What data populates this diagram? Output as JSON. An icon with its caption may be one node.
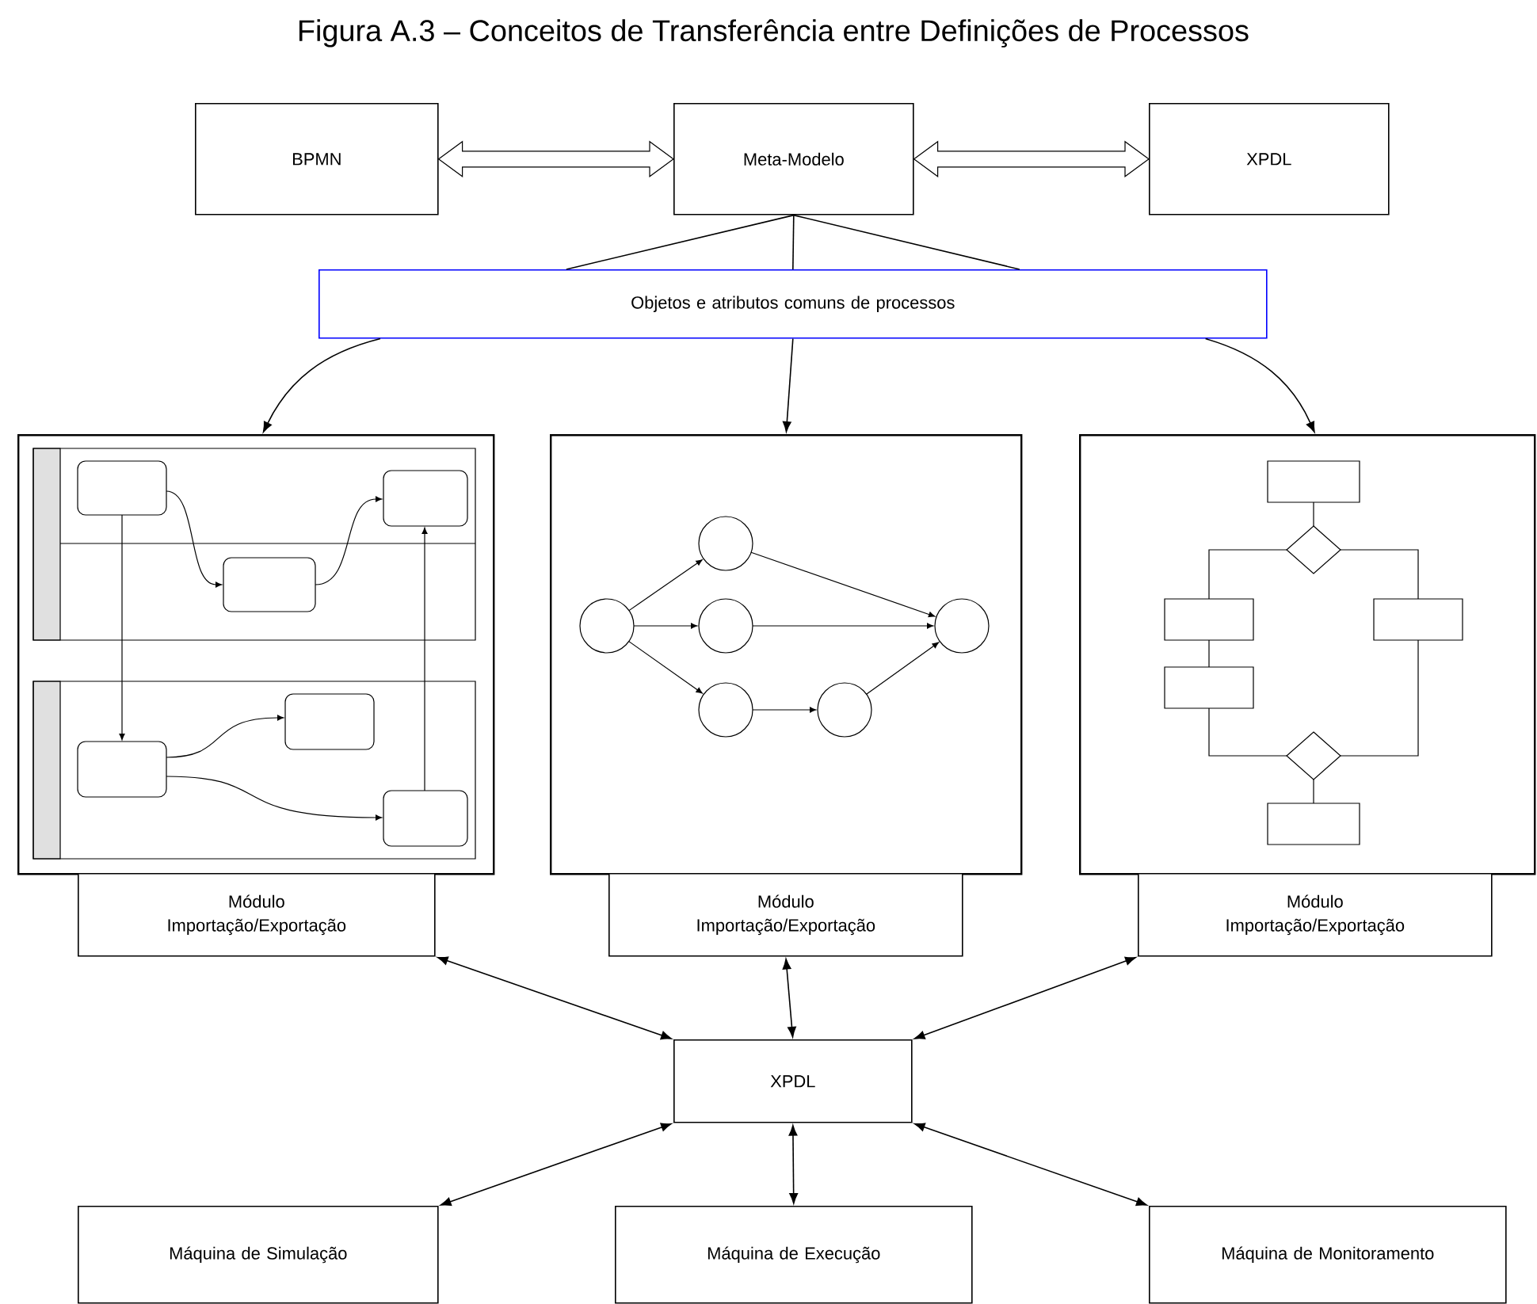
{
  "diagram": {
    "title": "Figura A.3 – Conceitos de Transferência entre Definições de Processos",
    "nodes": [
      {
        "text": [
          "BPMN"
        ]
      },
      {
        "text": [
          "Meta-Modelo"
        ]
      },
      {
        "text": [
          "XPDL"
        ]
      },
      {
        "text": [
          "Objetos e atributos comuns de processos"
        ]
      },
      {
        "text": [],
        "shape": "picture"
      },
      {
        "text": [
          "Módulo Importação/Exportação"
        ]
      },
      {
        "text": [],
        "shape": "picture"
      },
      {
        "text": [
          "Módulo Importação/Exportação"
        ]
      },
      {
        "text": [],
        "shape": "picture"
      },
      {
        "text": [
          "Módulo Importação/Exportação"
        ]
      },
      {
        "text": [
          "XPDL"
        ]
      },
      {
        "text": [
          "Máquina de Simulação"
        ]
      },
      {
        "text": [
          "Máquina de Execução"
        ]
      },
      {
        "text": [
          "Máquina de Monitoramento"
        ]
      }
    ],
    "edges": [
      {
        "from": 0,
        "to": 1,
        "arrow": "both",
        "style": "thick"
      },
      {
        "from": 1,
        "to": 2,
        "arrow": "both",
        "style": "thick"
      },
      {
        "from": 1,
        "to": 3,
        "arrow": "none"
      },
      {
        "from": 1,
        "to": 3,
        "arrow": "none"
      },
      {
        "from": 1,
        "to": 3,
        "arrow": "none"
      },
      {
        "from": 3,
        "to": 4,
        "arrow": "to"
      },
      {
        "from": 3,
        "to": 6,
        "arrow": "to"
      },
      {
        "from": 3,
        "to": 8,
        "arrow": "to"
      },
      {
        "from": 5,
        "to": 10,
        "arrow": "both"
      },
      {
        "from": 7,
        "to": 10,
        "arrow": "both"
      },
      {
        "from": 9,
        "to": 10,
        "arrow": "both"
      },
      {
        "from": 10,
        "to": 11,
        "arrow": "both"
      },
      {
        "from": 10,
        "to": 12,
        "arrow": "both"
      },
      {
        "from": 10,
        "to": 13,
        "arrow": "both"
      }
    ]
  }
}
